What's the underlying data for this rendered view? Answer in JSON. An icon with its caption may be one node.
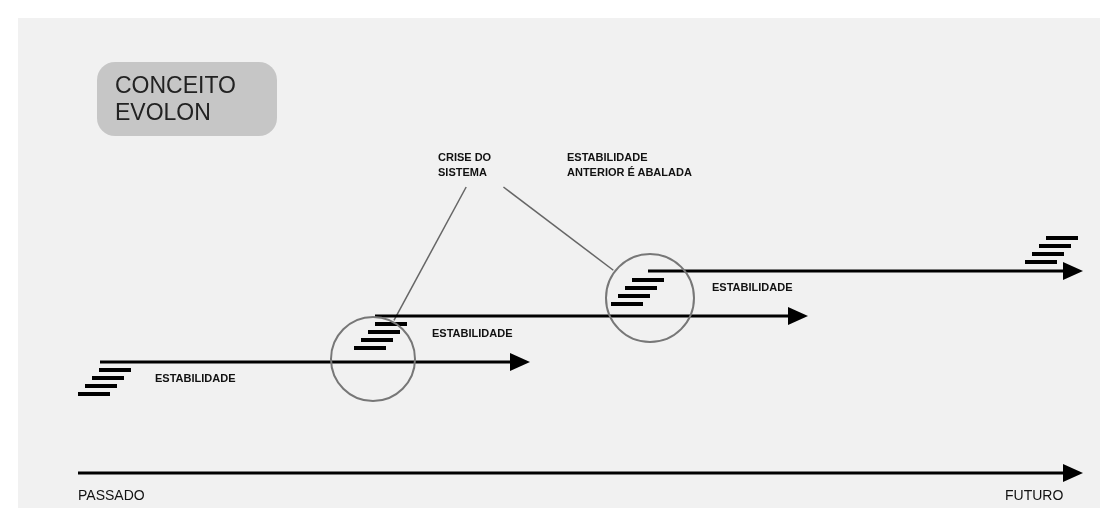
{
  "diagram": {
    "nodes": [
      {
        "text": [
          "CONCEITO EVOLON"
        ]
      },
      {
        "text": [
          "CRISE DO SISTEMA"
        ]
      },
      {
        "text": [],
        "shape": "circle"
      },
      {
        "text": [],
        "shape": "circle"
      }
    ],
    "edges": [
      {
        "from": 1,
        "to": 2,
        "arrow": "none"
      },
      {
        "from": 1,
        "to": 3,
        "arrow": "none"
      }
    ],
    "labels": [
      "ESTABILIDADE ANTERIOR É ABALADA",
      "ESTABILIDADE",
      "ESTABILIDADE",
      "ESTABILIDADE",
      "PASSADO",
      "FUTURO"
    ]
  }
}
